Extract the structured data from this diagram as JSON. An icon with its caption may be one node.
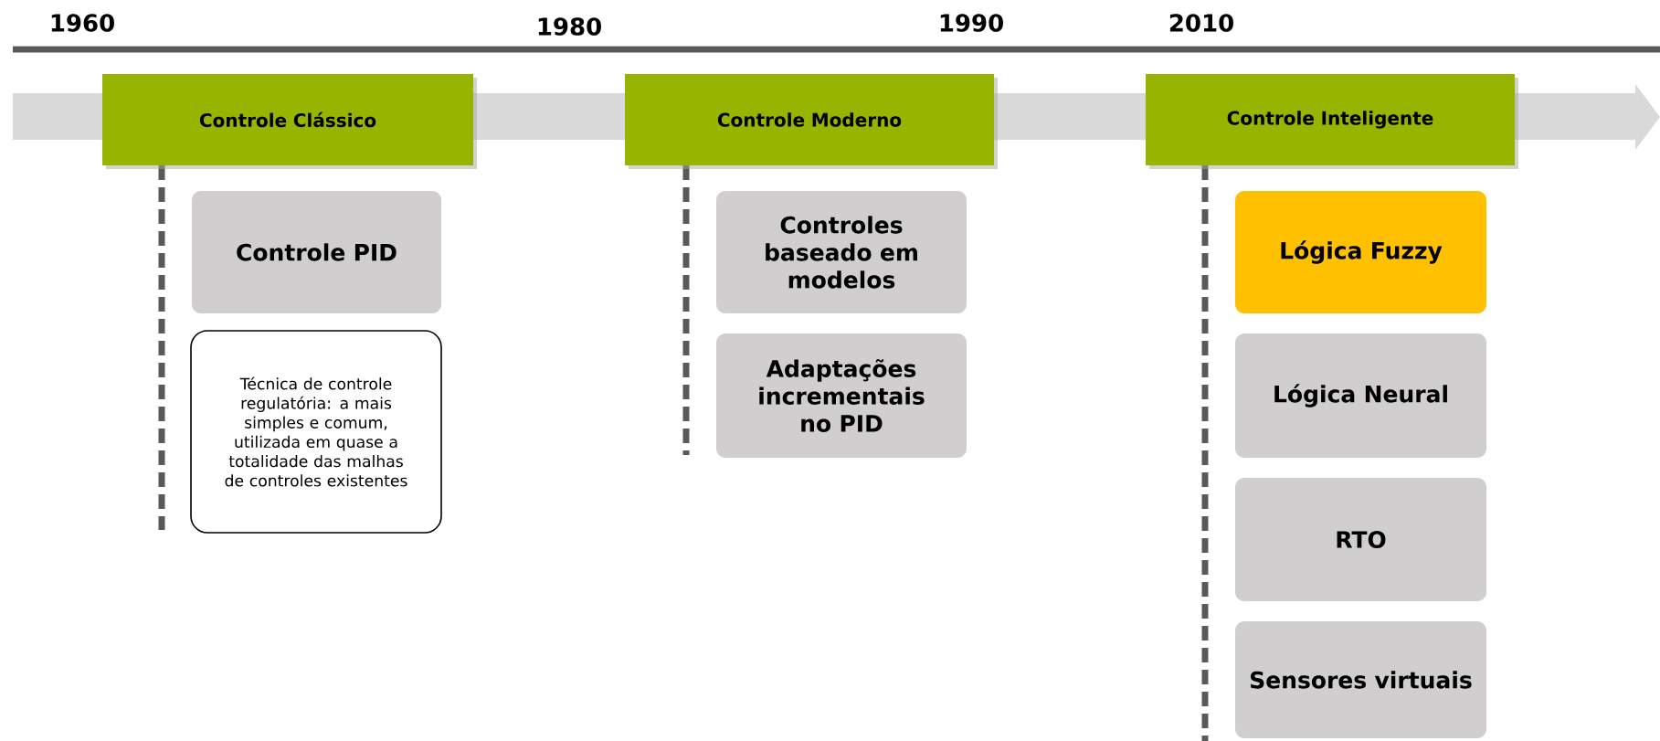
{
  "diagram": {
    "nodes": [
      {
        "text": [
          "Controle Clássico"
        ]
      },
      {
        "text": [
          "Controle Moderno"
        ]
      },
      {
        "text": [
          "Controle Inteligente"
        ]
      },
      {
        "text": [
          "Controle PID"
        ]
      },
      {
        "text": [
          "Técnica de controle regulatória: a mais simples e comum, utilizada em quase a totalidade das malhas de controles existentes"
        ]
      },
      {
        "text": [
          "Controles baseado em modelos"
        ]
      },
      {
        "text": [
          "Adaptações incrementais no PID"
        ]
      },
      {
        "text": [
          "Lógica Fuzzy"
        ]
      },
      {
        "text": [
          "Lógica Neural"
        ]
      },
      {
        "text": [
          "RTO"
        ]
      },
      {
        "text": [
          "Sensores virtuais"
        ]
      }
    ],
    "edges": [],
    "labels": [
      "1960",
      "1980",
      "1990",
      "2010"
    ]
  }
}
